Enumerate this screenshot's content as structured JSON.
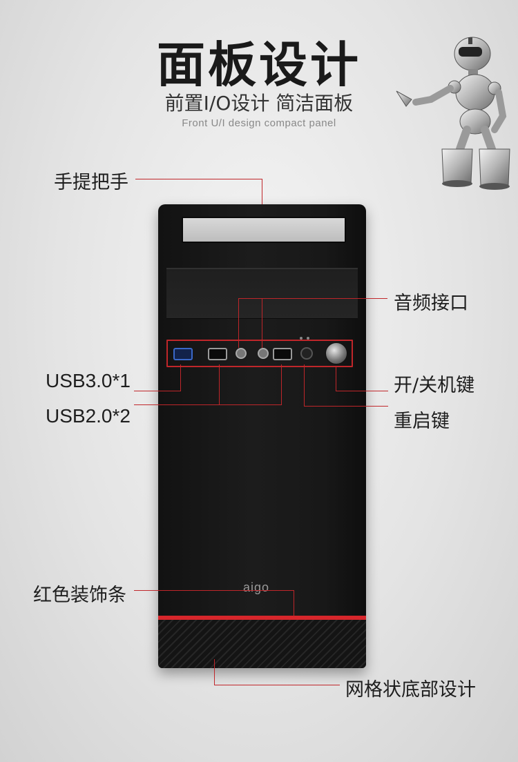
{
  "header": {
    "title": "面板设计",
    "subtitle": "前置I/O设计 简洁面板",
    "subtitle_en": "Front U/I design compact panel"
  },
  "annotations": {
    "handle": "手提把手",
    "audio": "音频接口",
    "usb3": "USB3.0*1",
    "power": "开/关机键",
    "usb2": "USB2.0*2",
    "reset": "重启键",
    "red_strip": "红色装饰条",
    "grille": "网格状底部设计"
  },
  "product": {
    "logo": "aigo"
  },
  "colors": {
    "accent": "#c0262a",
    "strip": "#d7262b",
    "case": "#181818"
  }
}
